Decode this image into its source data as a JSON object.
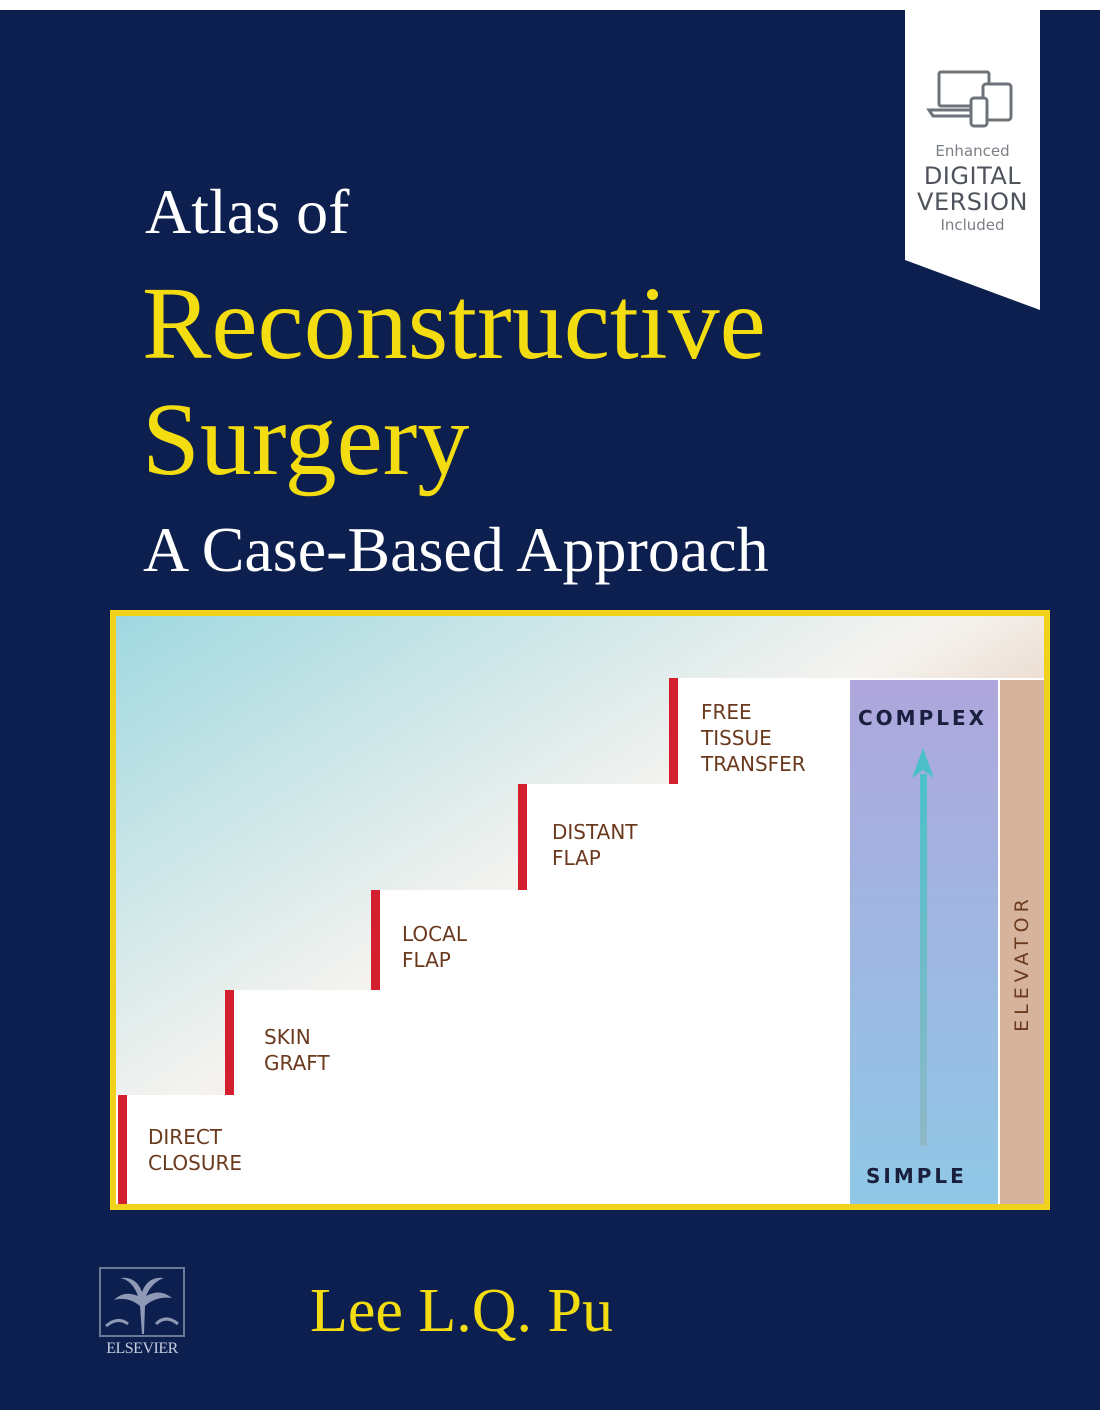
{
  "title": {
    "line1": "Atlas of",
    "line2": "Reconstructive",
    "line3": "Surgery",
    "subtitle": "A Case-Based Approach"
  },
  "badge": {
    "icon": "laptop-tablet-phone-icon",
    "line1": "Enhanced",
    "line2": "DIGITAL",
    "line3": "VERSION",
    "line4": "Included"
  },
  "figure": {
    "steps": [
      "DIRECT\nCLOSURE",
      "SKIN\nGRAFT",
      "LOCAL\nFLAP",
      "DISTANT\nFLAP",
      "FREE\nTISSUE\nTRANSFER"
    ],
    "complexity_top": "COMPLEX",
    "complexity_bottom": "SIMPLE",
    "side_label": "ELEVATOR",
    "arrow_icon": "up-arrow-icon"
  },
  "publisher": {
    "name": "ELSEVIER",
    "logo_icon": "elsevier-tree-logo"
  },
  "author": "Lee L.Q. Pu",
  "colors": {
    "background": "#0c1f4e",
    "title_accent": "#f3dc10",
    "step_red": "#d4202e",
    "label_brown": "#6b3a1e"
  }
}
